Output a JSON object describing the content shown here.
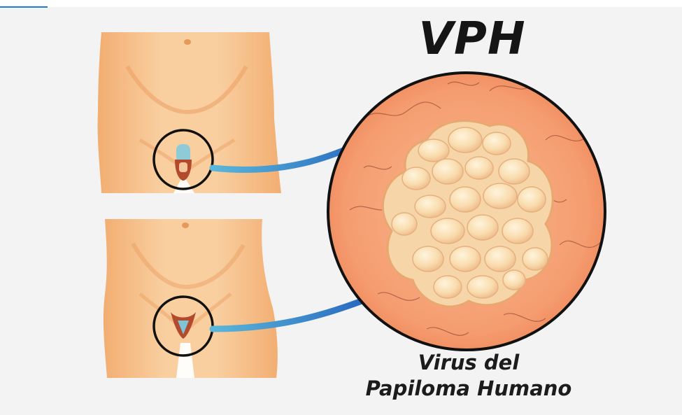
{
  "title": "VPH",
  "subtitle": {
    "line1": "Virus del",
    "line2": "Papiloma Humano"
  },
  "colors": {
    "background": "#f3f3f3",
    "skin": "#f7c48f",
    "circle_fill": "#f5a176",
    "wart": "#f9ddb0",
    "arrow": "#2a6fc4",
    "accent_line": "#1f7bd6"
  },
  "icons": [
    "male-body-icon",
    "female-body-icon",
    "magnifier-circle-icon",
    "wart-cluster-icon",
    "arrow-icon"
  ]
}
